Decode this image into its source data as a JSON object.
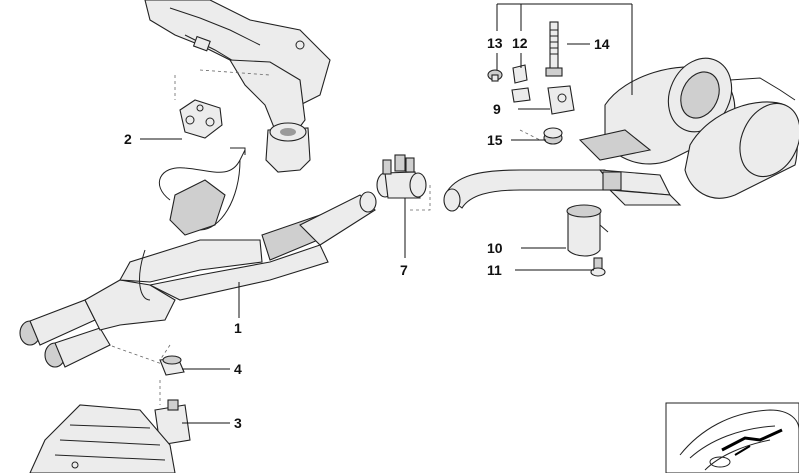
{
  "diagram": {
    "callouts": [
      {
        "id": "c1",
        "label": "1"
      },
      {
        "id": "c2",
        "label": "2"
      },
      {
        "id": "c3",
        "label": "3"
      },
      {
        "id": "c4",
        "label": "4"
      },
      {
        "id": "c7",
        "label": "7"
      },
      {
        "id": "c9",
        "label": "9"
      },
      {
        "id": "c10",
        "label": "10"
      },
      {
        "id": "c11",
        "label": "11"
      },
      {
        "id": "c12",
        "label": "12"
      },
      {
        "id": "c13",
        "label": "13"
      },
      {
        "id": "c14",
        "label": "14"
      },
      {
        "id": "c15",
        "label": "15"
      }
    ]
  }
}
